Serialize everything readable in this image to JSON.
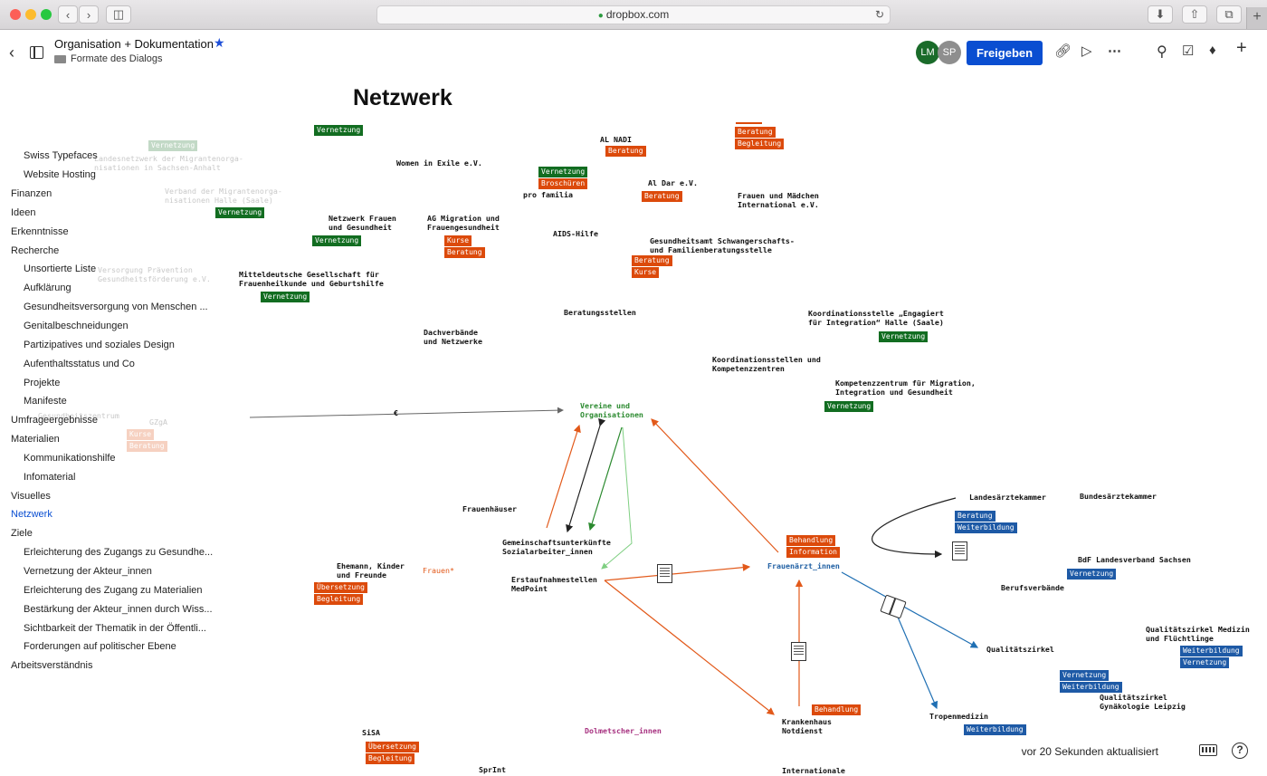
{
  "browser": {
    "url": "dropbox.com",
    "lock_icon": "lock-icon",
    "new_tab_label": "+"
  },
  "header": {
    "title": "Organisation + Dokumentation",
    "folder": "Formate des Dialogs",
    "avatars": [
      "LM",
      "SP"
    ],
    "share_label": "Freigeben",
    "colors": {
      "accent": "#0a4ed1",
      "avatar_lm": "#1a6b2a",
      "avatar_sp": "#8e8e8e"
    }
  },
  "sidebar": {
    "items": [
      {
        "label": "Swiss Typefaces"
      },
      {
        "label": "Website Hosting"
      },
      {
        "label": "Finanzen"
      },
      {
        "label": "Ideen"
      },
      {
        "label": "Erkenntnisse"
      },
      {
        "label": "Recherche"
      },
      {
        "label": "Unsortierte Liste"
      },
      {
        "label": "Aufklärung"
      },
      {
        "label": "Gesundheitsversorgung von Menschen ..."
      },
      {
        "label": "Genitalbeschneidungen"
      },
      {
        "label": "Partizipatives und soziales Design"
      },
      {
        "label": "Aufenthaltsstatus und Co"
      },
      {
        "label": "Projekte"
      },
      {
        "label": "Manifeste"
      },
      {
        "label": "Umfrageergebnisse"
      },
      {
        "label": "Materialien"
      },
      {
        "label": "Kommunikationshilfe"
      },
      {
        "label": "Infomaterial"
      },
      {
        "label": "Visuelles"
      },
      {
        "label": "Netzwerk"
      },
      {
        "label": "Ziele"
      },
      {
        "label": "Erleichterung des Zugangs zu Gesundhe..."
      },
      {
        "label": "Vernetzung der Akteur_innen"
      },
      {
        "label": "Erleichterung des Zugang zu Materialien"
      },
      {
        "label": "Bestärkung der Akteur_innen durch Wiss..."
      },
      {
        "label": "Sichtbarkeit der Thematik in der Öffentli..."
      },
      {
        "label": "Forderungen auf politischer Ebene"
      },
      {
        "label": "Arbeitsverständnis"
      }
    ]
  },
  "canvas": {
    "title": "Netzwerk",
    "nodes": [
      {
        "text": "Women in Exile e.V."
      },
      {
        "text": "AL NADI"
      },
      {
        "text": "pro familia"
      },
      {
        "text": "Al Dar e.V."
      },
      {
        "text": "Frauen und Mädchen\nInternational e.V."
      },
      {
        "text": "Netzwerk Frauen\nund Gesundheit"
      },
      {
        "text": "AG Migration und\nFrauengesundheit"
      },
      {
        "text": "AIDS-Hilfe"
      },
      {
        "text": "Gesundheitsamt Schwangerschafts-\nund Familienberatungsstelle"
      },
      {
        "text": "Mitteldeutsche Gesellschaft für\nFrauenheilkunde und Geburtshilfe"
      },
      {
        "text": "Beratungsstellen"
      },
      {
        "text": "Koordinationsstelle „Engagiert\nfür Integration“ Halle (Saale)"
      },
      {
        "text": "Dachverbände\nund Netzwerke"
      },
      {
        "text": "Koordinationsstellen und\nKompetenzzentren"
      },
      {
        "text": "Kompetenzzentrum für Migration,\nIntegration und Gesundheit"
      },
      {
        "text": "Vereine und\nOrganisationen"
      },
      {
        "text": "€"
      },
      {
        "text": "Landesärztekammer"
      },
      {
        "text": "Bundesärztekammer"
      },
      {
        "text": "Frauenhäuser"
      },
      {
        "text": "Gemeinschaftsunterkünfte\nSozialarbeiter_innen"
      },
      {
        "text": "BdF Landesverband Sachsen"
      },
      {
        "text": "Ehemann, Kinder\nund Freunde"
      },
      {
        "text": "Frauen*"
      },
      {
        "text": "Frauenärzt_innen"
      },
      {
        "text": "Erstaufnahmestellen\nMedPoint"
      },
      {
        "text": "Berufsverbände"
      },
      {
        "text": "Qualitätszirkel Medizin\nund Flüchtlinge"
      },
      {
        "text": "Qualitätszirkel"
      },
      {
        "text": "Qualitätszirkel\nGynäkologie Leipzig"
      },
      {
        "text": "Krankenhaus\nNotdienst"
      },
      {
        "text": "Tropenmedizin"
      },
      {
        "text": "SiSA"
      },
      {
        "text": "Dolmetscher_innen"
      },
      {
        "text": "SprInt"
      },
      {
        "text": "Internationale"
      }
    ],
    "faded_nodes": [
      {
        "text": "Landesnetzwerk der Migrantenorga-\nnisationen in Sachsen-Anhalt"
      },
      {
        "text": "Verband der Migrantenorga-\nnisationen Halle (Saale)"
      },
      {
        "text": "Versorgung Prävention\nGesundheitsförderung e.V."
      },
      {
        "text": "Gesundheitszentrum"
      },
      {
        "text": "GZgA"
      }
    ],
    "tags": {
      "vernetzung": "Vernetzung",
      "beratung": "Beratung",
      "begleitung": "Begleitung",
      "broschueren": "Broschüren",
      "kurse": "Kurse",
      "weiterbildung": "Weiterbildung",
      "uebersetzung": "Übersetzung",
      "behandlung": "Behandlung",
      "information": "Information"
    },
    "colors": {
      "green": "#126d21",
      "orange": "#dc4a0b",
      "blue": "#1e5aa6"
    }
  },
  "footer": {
    "status": "vor 20 Sekunden aktualisiert",
    "help_label": "?"
  }
}
